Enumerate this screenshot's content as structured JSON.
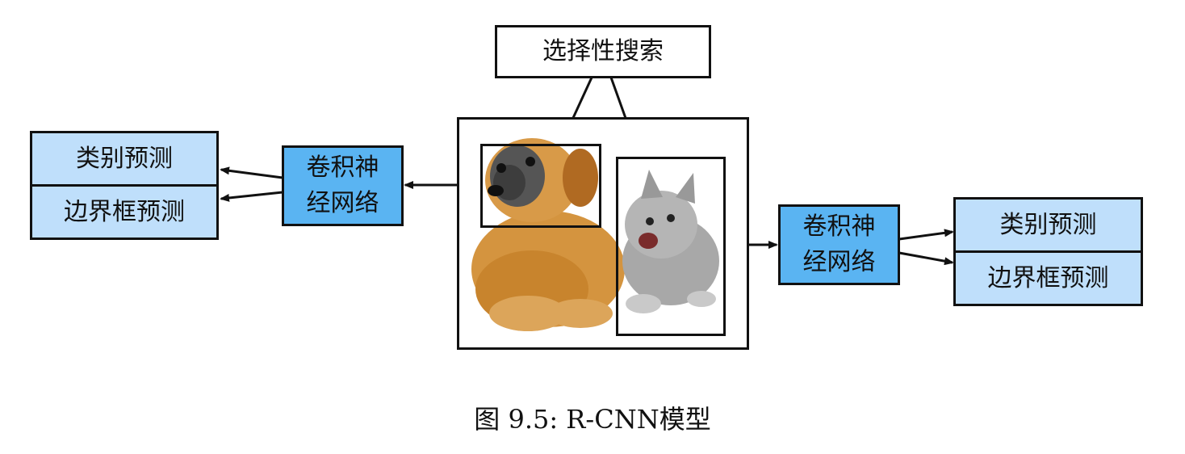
{
  "top": {
    "search_label": "选择性搜索"
  },
  "left": {
    "cnn_line1": "卷积神",
    "cnn_line2": "经网络",
    "class_label": "类别预测",
    "bbox_label": "边界框预测"
  },
  "right": {
    "cnn_line1": "卷积神",
    "cnn_line2": "经网络",
    "class_label": "类别预测",
    "bbox_label": "边界框预测"
  },
  "caption": "图 9.5: R-CNN模型",
  "colors": {
    "light_blue": "#bfdffb",
    "mid_blue": "#5ab4f2",
    "outline": "#111111"
  },
  "image_contents": [
    "dog",
    "kitten"
  ]
}
